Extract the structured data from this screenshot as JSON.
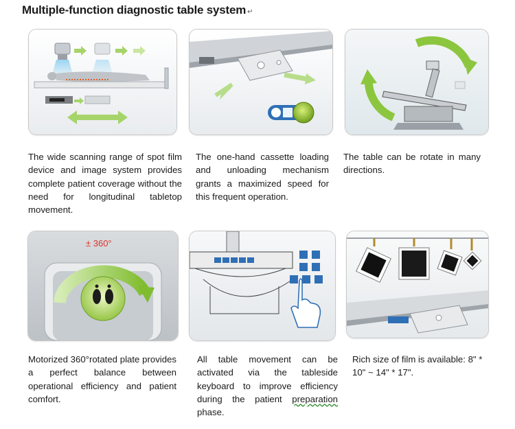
{
  "title": "Multiple-function diagnostic table system",
  "title_mark": "↵",
  "features": [
    {
      "text": "The wide scanning range of spot film device and image system provides complete patient coverage without the need for longitudinal tabletop movement."
    },
    {
      "text": "The one-hand cassette loading and unloading mechanism grants a maximized speed for this frequent operation."
    },
    {
      "text": "The table can be rotate in many directions."
    },
    {
      "text": "Motorized 360°rotated plate provides a perfect balance between operational efficiency and patient comfort.",
      "badge": "± 360°"
    },
    {
      "text_main": "All table movement can be activated via the tableside keyboard to improve efficiency during the patient ",
      "text_underlined": "preparation",
      "text_end": " phase."
    },
    {
      "text": "Rich size of film is available: 8\" * 10\" ~ 14\" * 17\"."
    }
  ],
  "colors": {
    "accent_green": "#8cc63f",
    "accent_blue": "#2f6fb5",
    "badge_red": "#d9342b"
  }
}
